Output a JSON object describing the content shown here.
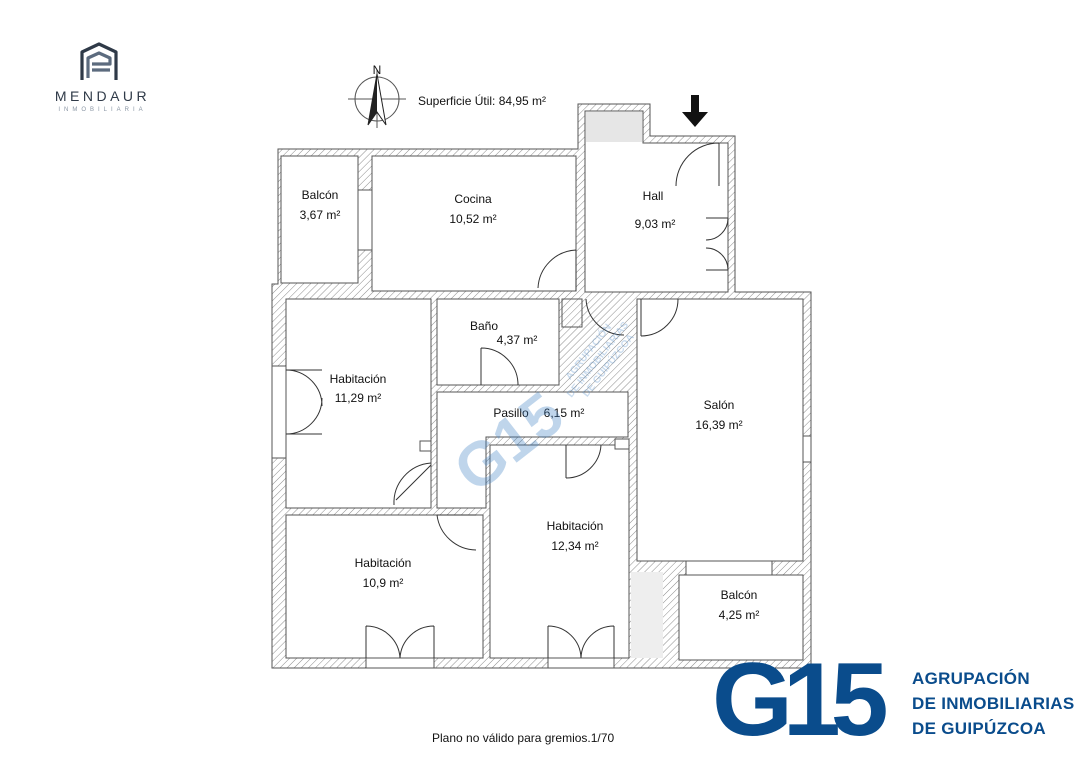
{
  "brand": {
    "name": "MENDAUR",
    "subtitle": "INMOBILIARIA",
    "logo_icon": "mendaur-logo-icon"
  },
  "plan": {
    "surface": "Superficie Útil: 84,95 m²",
    "north": "N",
    "note": "Plano no válido para gremios.1/70",
    "rooms": [
      {
        "name": "Balcón",
        "area": "3,67 m²"
      },
      {
        "name": "Cocina",
        "area": "10,52 m²"
      },
      {
        "name": "Hall",
        "area": "9,03 m²"
      },
      {
        "name": "Baño",
        "area": "4,37 m²"
      },
      {
        "name": "Habitación",
        "area": "11,29 m²"
      },
      {
        "name": "Pasillo",
        "area": "6,15 m²"
      },
      {
        "name": "Salón",
        "area": "16,39 m²"
      },
      {
        "name": "Habitación",
        "area": "12,34 m²"
      },
      {
        "name": "Habitación",
        "area": "10,9 m²"
      },
      {
        "name": "Balcón",
        "area": "4,25 m²"
      }
    ]
  },
  "watermark": {
    "lines": [
      "AGRUPACIÓN",
      "DE INMOBILIARIAS",
      "DE GUIPÚZCOA"
    ],
    "mark": "G15"
  },
  "g15": {
    "mark": "G15",
    "line1": "AGRUPACIÓN",
    "line2": "DE INMOBILIARIAS",
    "line3": "DE GUIPÚZCOA"
  },
  "colors": {
    "brand_blue": "#0a4c8c",
    "wall_hatch": "#9a9a9a",
    "mendaur_navy": "#2f3a48"
  }
}
